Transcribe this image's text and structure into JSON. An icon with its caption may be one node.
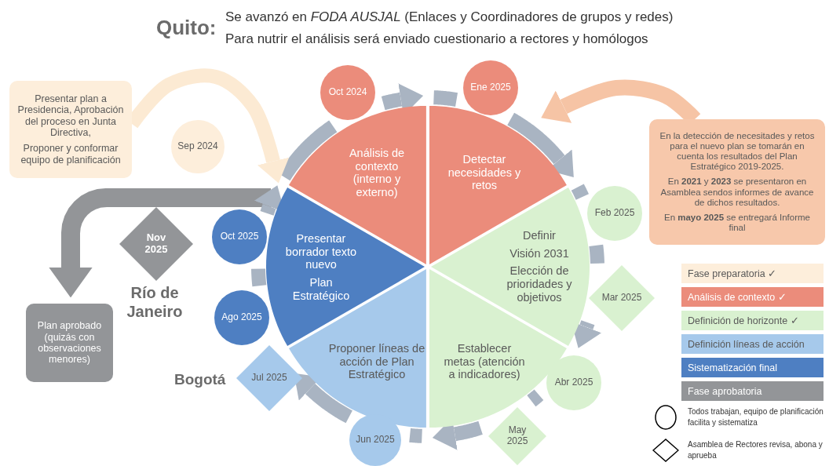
{
  "diagram": {
    "nodes": [
      {
        "text": [
          "Presentar plan a Presidencia, Aprobación del proceso en Junta Directiva,",
          "Proponer y conformar equipo de planificación"
        ]
      },
      {
        "text": [
          "Oct 2024"
        ]
      },
      {
        "text": [
          "Ene 2025"
        ]
      },
      {
        "text": [
          "Sep 2024"
        ]
      },
      {
        "text": [
          "Análisis de contexto (interno y externo)"
        ]
      },
      {
        "text": [
          "Detectar necesidades y retos"
        ]
      },
      {
        "text": [
          "En la detección de necesitades y retos para el nuevo plan se tomarán en cuenta los resultados del Plan Estratégico 2019-2025.",
          "En **2021** y **2023** se presentaron en Asamblea sendos informes de avance de dichos resultados.",
          "En **mayo 2025** se entregará Informe final"
        ]
      },
      {
        "text": [
          "Feb 2025"
        ]
      },
      {
        "text": [
          "Nov 2025"
        ]
      },
      {
        "text": [
          "Oct 2025"
        ]
      },
      {
        "text": [
          "Presentar borrador texto nuevo",
          "Plan Estratégico"
        ]
      },
      {
        "text": [
          "Definir",
          "Visión 2031",
          "Elección de prioridades y objetivos"
        ]
      },
      {
        "text": [
          "Mar 2025"
        ]
      },
      {
        "text": [
          "Ago 2025"
        ]
      },
      {
        "text": [
          "Plan aprobado (quizás con observaciones menores)"
        ]
      },
      {
        "text": [
          "Proponer líneas de acción de Plan Estratégico"
        ]
      },
      {
        "text": [
          "Establecer metas (atención a indicadores)"
        ]
      },
      {
        "text": [
          "Jul 2025"
        ]
      },
      {
        "text": [
          "Abr 2025"
        ]
      },
      {
        "text": [
          "May 2025"
        ]
      },
      {
        "text": [
          "Jun 2025"
        ]
      }
    ],
    "edges": [
      {
        "from": 4,
        "to": 5,
        "arrow": "to"
      },
      {
        "from": 5,
        "to": 11,
        "arrow": "to"
      },
      {
        "from": 11,
        "to": 16,
        "arrow": "to"
      },
      {
        "from": 16,
        "to": 15,
        "arrow": "to"
      },
      {
        "from": 15,
        "to": 10,
        "arrow": "to"
      },
      {
        "from": 10,
        "to": 4,
        "arrow": "to"
      },
      {
        "from": 0,
        "to": 4,
        "arrow": "to",
        "color": "#fcead3"
      },
      {
        "from": 6,
        "to": 5,
        "arrow": "to",
        "color": "#f6c4a5"
      },
      {
        "from": 10,
        "to": 14,
        "arrow": "to",
        "color": "#939598"
      }
    ],
    "labels": [
      "Quito:",
      "Se avanzó en *FODA AUSJAL* (Enlaces y Coordinadores de grupos y redes)",
      "Para nutrir el análisis será enviado cuestionario a rectores y homólogos",
      "Río de Janeiro",
      "Bogotá"
    ],
    "legend": [
      {
        "text": "Fase preparatoria ✓",
        "color": "#fdeedb"
      },
      {
        "text": "Análisis de contexto ✓",
        "color": "#eb8c7b"
      },
      {
        "text": "Definición de horizonte ✓",
        "color": "#d9f1d0"
      },
      {
        "text": "Definición líneas de acción",
        "color": "#a6c9eb"
      },
      {
        "text": "Sistematización final",
        "color": "#4e7fc2"
      },
      {
        "text": "Fase aprobatoria",
        "color": "#939598"
      },
      {
        "text": "Todos trabajan, equipo de planificación facilita y sistematiza"
      },
      {
        "text": "Asamblea de Rectores revisa, abona y aprueba"
      }
    ]
  }
}
